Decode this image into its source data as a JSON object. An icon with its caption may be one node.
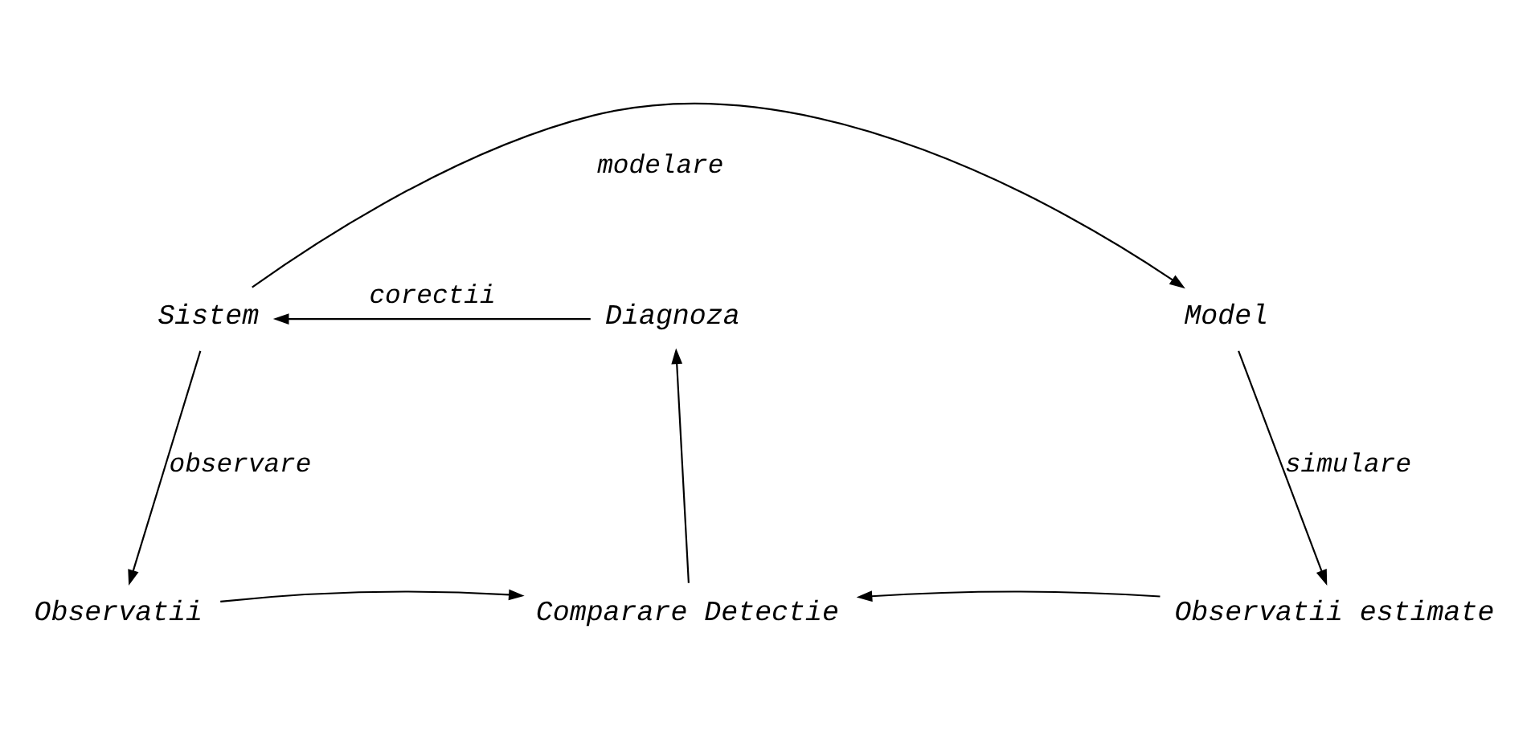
{
  "diagram": {
    "nodes": [
      {
        "text": [
          "Sistem"
        ]
      },
      {
        "text": [
          "Diagnoza"
        ]
      },
      {
        "text": [
          "Model"
        ]
      },
      {
        "text": [
          "Observatii"
        ]
      },
      {
        "text": [
          "Comparare Detectie"
        ]
      },
      {
        "text": [
          "Observatii estimate"
        ]
      }
    ],
    "edges": [
      {
        "from": 0,
        "to": 2,
        "arrow": "to",
        "label": "modelare"
      },
      {
        "from": 1,
        "to": 0,
        "arrow": "to",
        "label": "corectii"
      },
      {
        "from": 0,
        "to": 3,
        "arrow": "to",
        "label": "observare"
      },
      {
        "from": 2,
        "to": 5,
        "arrow": "to",
        "label": "simulare"
      },
      {
        "from": 3,
        "to": 4,
        "arrow": "to"
      },
      {
        "from": 5,
        "to": 4,
        "arrow": "to"
      },
      {
        "from": 4,
        "to": 1,
        "arrow": "to"
      }
    ]
  }
}
